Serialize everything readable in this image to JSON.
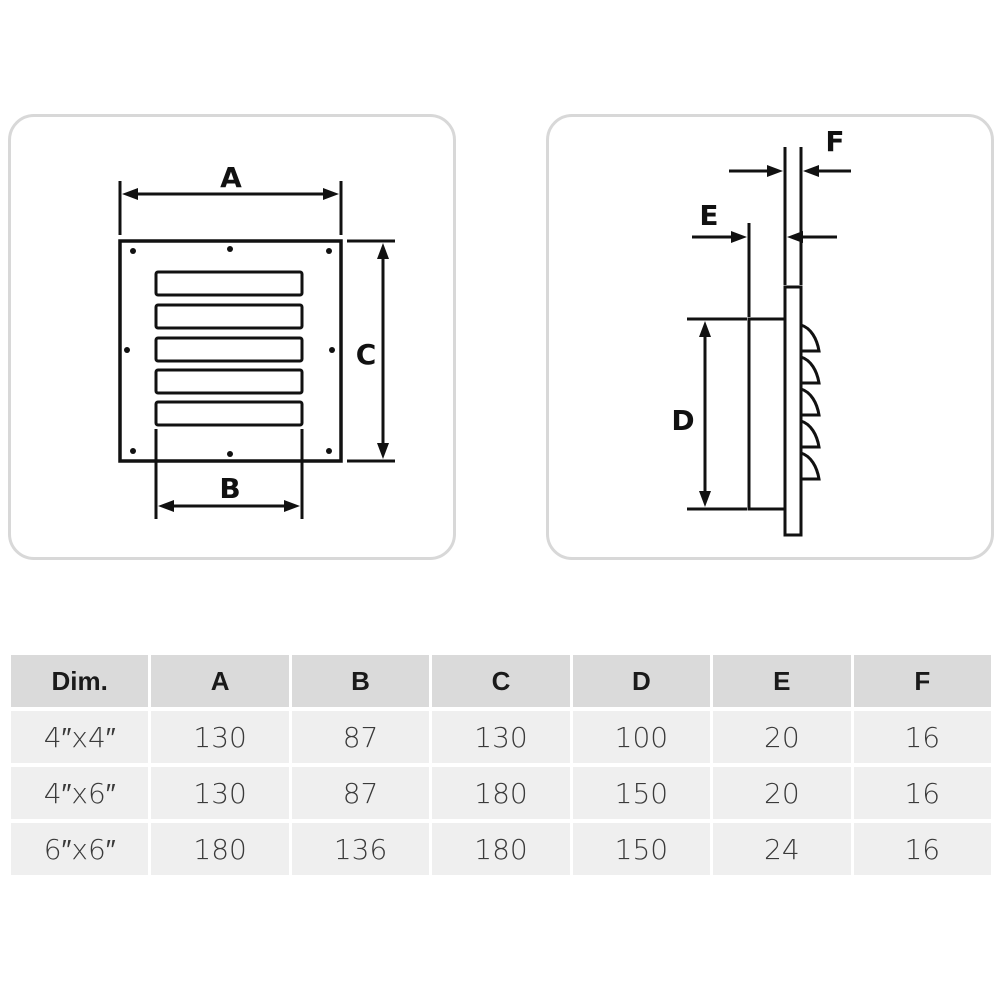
{
  "front_view": {
    "label_a": "A",
    "label_b": "B",
    "label_c": "C"
  },
  "side_view": {
    "label_d": "D",
    "label_e": "E",
    "label_f": "F"
  },
  "table": {
    "headers": [
      "Dim.",
      "A",
      "B",
      "C",
      "D",
      "E",
      "F"
    ],
    "rows": [
      [
        "4″x4″",
        "130",
        "87",
        "130",
        "100",
        "20",
        "16"
      ],
      [
        "4″x6″",
        "130",
        "87",
        "180",
        "150",
        "20",
        "16"
      ],
      [
        "6″x6″",
        "180",
        "136",
        "180",
        "150",
        "24",
        "16"
      ]
    ]
  },
  "colors": {
    "line": "#111111",
    "panel_border": "#d8d8d8",
    "header_bg": "#dadada",
    "cell_bg": "#efefef"
  }
}
